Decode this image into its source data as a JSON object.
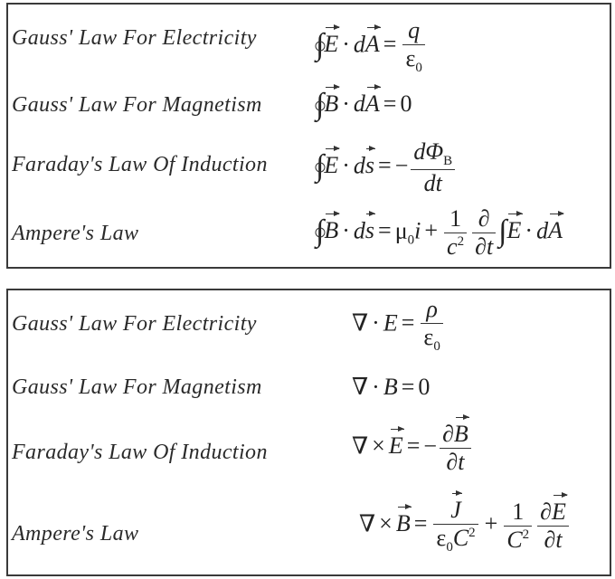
{
  "integral_form": {
    "laws": [
      {
        "name": "Gauss' Law For Electricity"
      },
      {
        "name": "Gauss' Law For Magnetism"
      },
      {
        "name": "Faraday's Law Of Induction"
      },
      {
        "name": "Ampere's Law"
      }
    ],
    "symbols": {
      "E": "E",
      "B": "B",
      "A": "A",
      "s": "s",
      "d": "d",
      "dot": "·",
      "eq": "=",
      "q": "q",
      "eps0": "ε",
      "zero_sub": "0",
      "zero": "0",
      "minus": "−",
      "dPhi": "dΦ",
      "Bsub": "B",
      "dt": "dt",
      "mu": "μ",
      "i": "i",
      "plus": "+",
      "one": "1",
      "c2": "c",
      "two": "2",
      "partial": "∂",
      "partial_t": "∂t"
    }
  },
  "differential_form": {
    "laws": [
      {
        "name": "Gauss' Law For Electricity"
      },
      {
        "name": "Gauss' Law For Magnetism"
      },
      {
        "name": "Faraday's Law Of Induction"
      },
      {
        "name": "Ampere's Law"
      }
    ],
    "symbols": {
      "nabla": "∇",
      "dot": "·",
      "cross": "×",
      "E": "E",
      "B": "B",
      "J": "J",
      "eq": "=",
      "rho": "ρ",
      "eps0": "ε",
      "zero_sub": "0",
      "zero": "0",
      "minus": "−",
      "plus": "+",
      "partialB": "∂",
      "partial_t": "∂t",
      "C": "C",
      "two": "2",
      "one": "1",
      "partialE": "∂"
    }
  }
}
